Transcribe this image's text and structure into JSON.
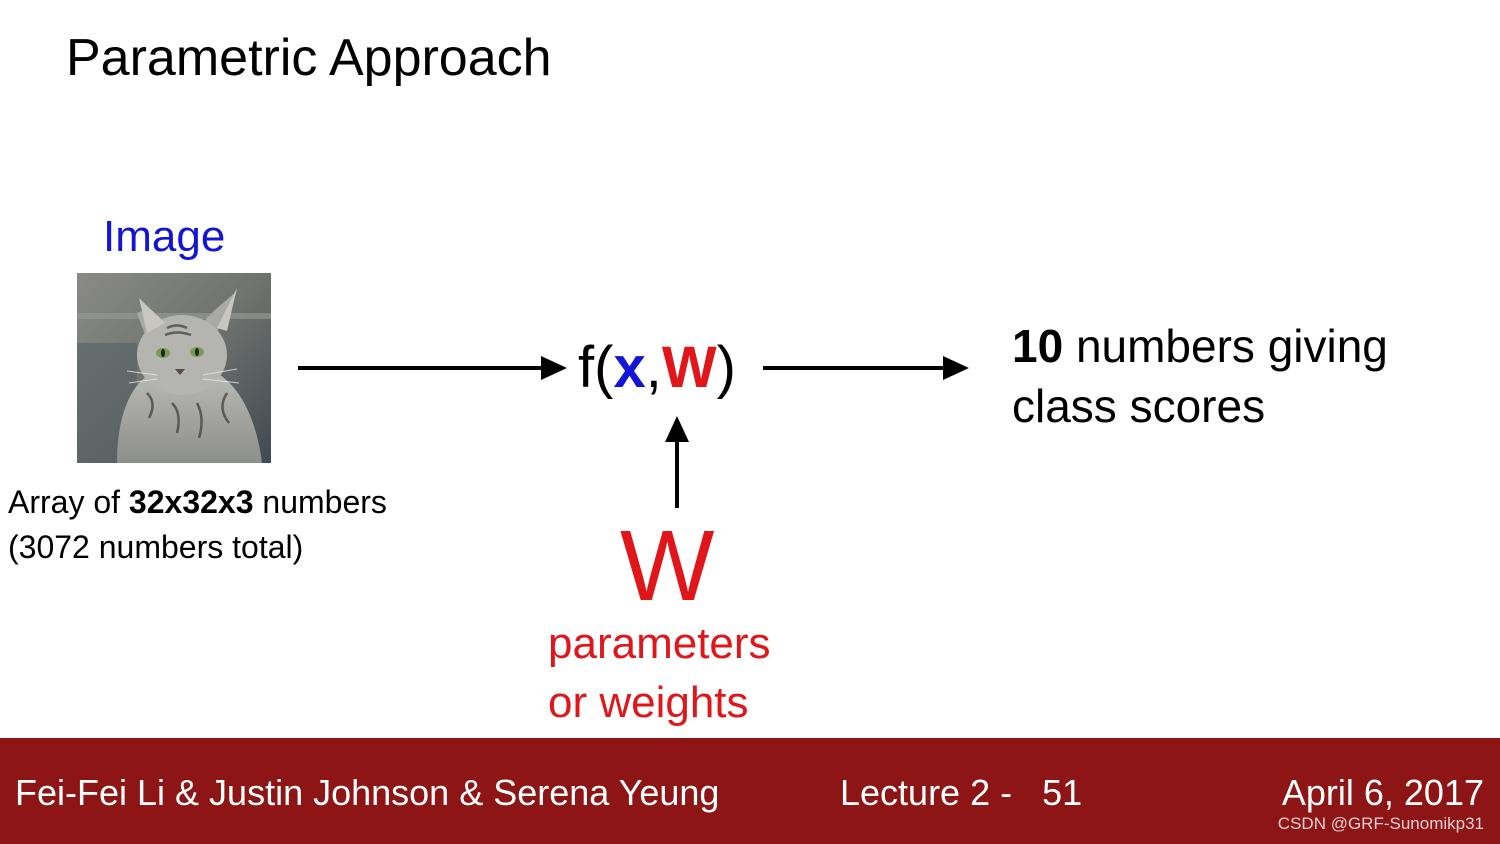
{
  "slide": {
    "title": "Parametric Approach",
    "image_label": "Image",
    "array_caption": {
      "prefix": "Array of ",
      "dims": "32x32x3",
      "suffix": " numbers",
      "line2": "(3072 numbers total)"
    },
    "function": {
      "open": "f(",
      "x": "x",
      "comma": ",",
      "w": "W",
      "close": ")"
    },
    "output": {
      "count": "10",
      "line1_rest": " numbers giving",
      "line2": "class scores"
    },
    "weights": {
      "symbol": "W",
      "line1": "parameters",
      "line2": "or weights"
    },
    "colors": {
      "blue": "#1414d6",
      "red": "#e0161a",
      "footer": "#8e1516"
    }
  },
  "footer": {
    "authors": "Fei-Fei Li & Justin Johnson & Serena Yeung",
    "lecture": "Lecture 2 -   51",
    "date": "April 6, 2017",
    "watermark": "CSDN @GRF-Sunomikp31"
  }
}
